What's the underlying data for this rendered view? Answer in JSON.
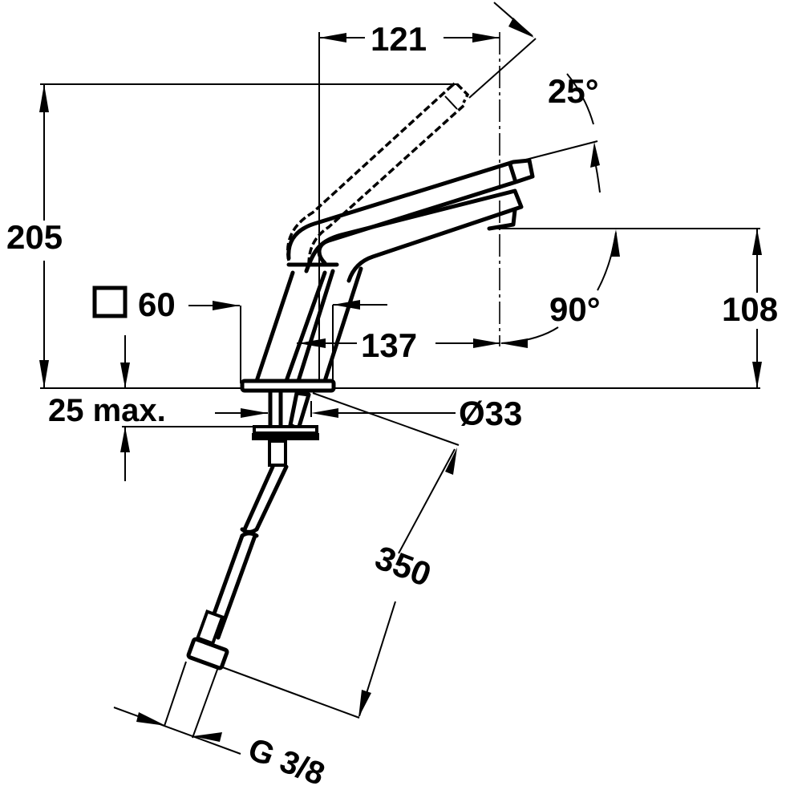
{
  "diagram": {
    "type": "technical-dimension-drawing",
    "subject": "single-lever faucet with swivel spout and flexible supply hose",
    "colors": {
      "line": "#000000",
      "background": "#ffffff"
    }
  },
  "dimensions": {
    "height_total": "205",
    "spout_reach": "121",
    "spout_rotation_angle": "25°",
    "outlet_height": "108",
    "lever_angle": "90°",
    "projection": "137",
    "base_square": "60",
    "base_square_symbol": "square-icon",
    "countertop_thickness": "25 max.",
    "hole_diameter": "Ø33",
    "hose_length": "350",
    "hose_thread": "G 3/8"
  }
}
